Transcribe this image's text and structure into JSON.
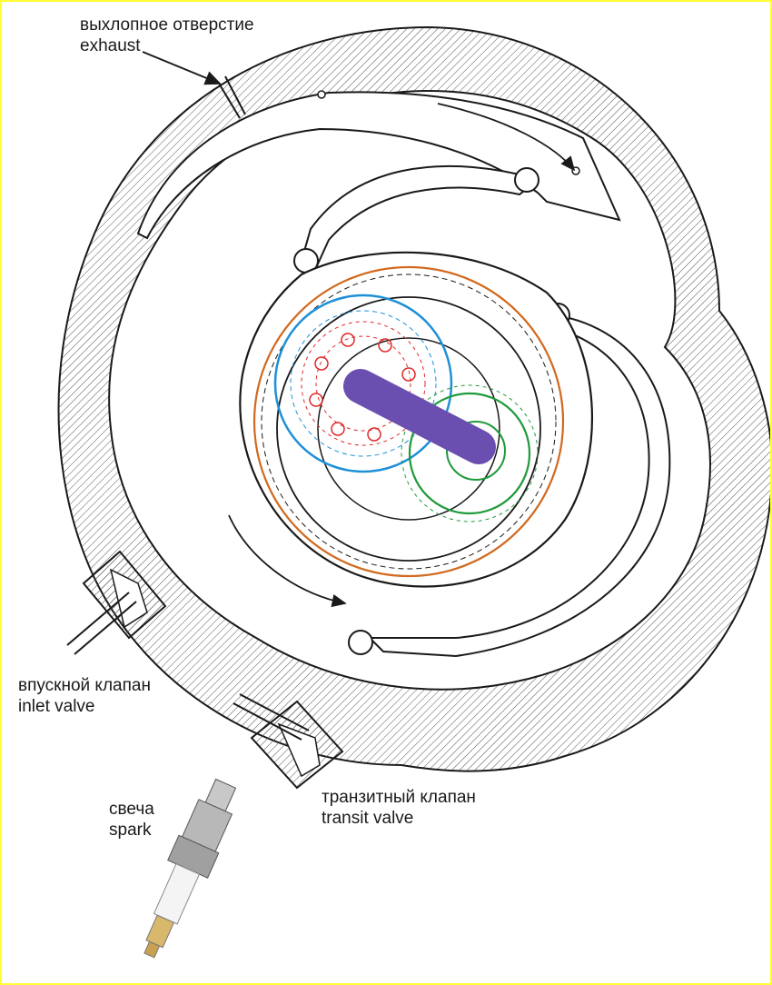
{
  "labels": {
    "exhaust": {
      "ru": "выхлопное отверстие",
      "en": "exhaust"
    },
    "inlet_valve": {
      "ru": "впускной клапан",
      "en": "inlet valve"
    },
    "transit_valve": {
      "ru": "транзитный клапан",
      "en": "transit valve"
    },
    "spark": {
      "ru": "свеча",
      "en": "spark"
    }
  },
  "colors": {
    "frame": "#ffff33",
    "line": "#1a1a1a",
    "hatch": "#555555",
    "orange_ring": "#d2691e",
    "blue_circle": "#1e90d8",
    "red_circles": "#e02828",
    "green_circles": "#1e9a3a",
    "rotor_arm": "#6a4fb0"
  }
}
